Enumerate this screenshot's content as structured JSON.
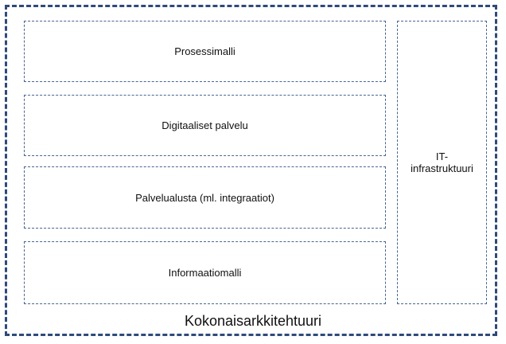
{
  "layers": [
    "Prosessimalli",
    "Digitaaliset palvelu",
    "Palvelualusta (ml. integraatiot)",
    "Informaatiomalli"
  ],
  "side": {
    "line1": "IT-",
    "line2": "infrastruktuuri"
  },
  "title": "Kokonaisarkkitehtuuri"
}
